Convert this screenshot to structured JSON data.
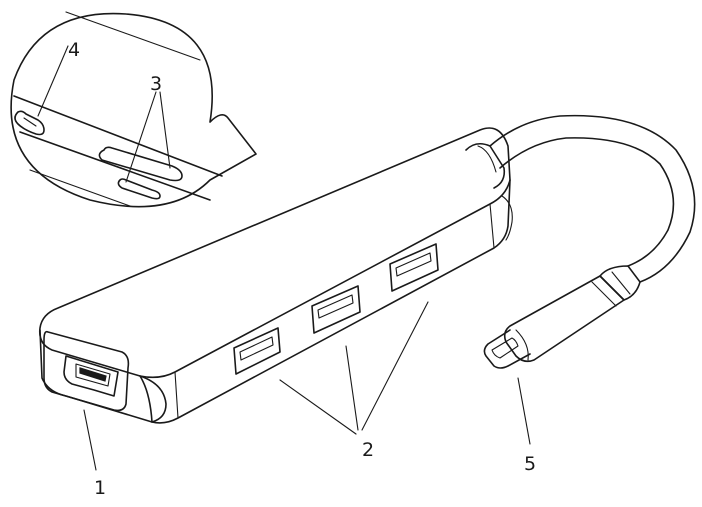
{
  "callouts": {
    "hdmi_port": "1",
    "usb_ports": "2",
    "card_slots": "3",
    "usbc_port": "4",
    "usbc_plug": "5"
  },
  "colors": {
    "line": "#1a1a1a",
    "background": "#ffffff"
  }
}
